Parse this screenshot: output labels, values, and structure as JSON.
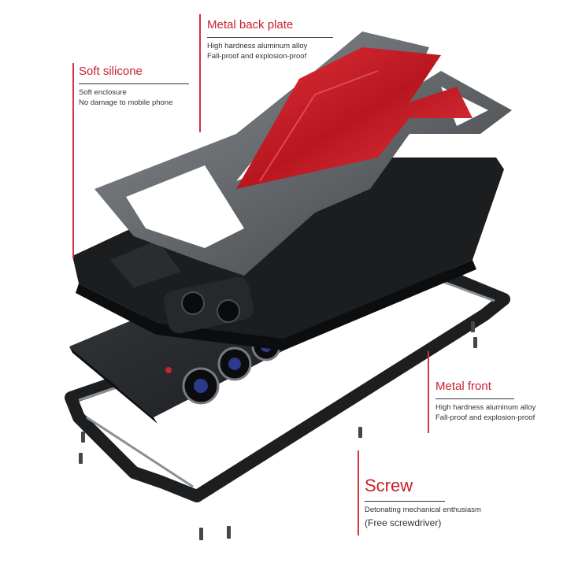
{
  "callouts": {
    "back_plate": {
      "title": "Metal back plate",
      "lines": [
        "High hardness aluminum alloy",
        "Fall-proof and explosion-proof"
      ]
    },
    "silicone": {
      "title": "Soft silicone",
      "lines": [
        "Soft enclosure",
        "No damage to mobile phone"
      ]
    },
    "front": {
      "title": "Metal front",
      "lines": [
        "High hardness aluminum alloy",
        "Fall-proof and explosion-proof"
      ]
    },
    "screw": {
      "title": "Screw",
      "lines": [
        "Detonating mechanical enthusiasm",
        "(Free screwdriver)"
      ]
    }
  },
  "colors": {
    "accent": "#c8202c",
    "metal_dark": "#1e2022",
    "metal_grey": "#6f7377",
    "red_plate": "#d2232e"
  }
}
